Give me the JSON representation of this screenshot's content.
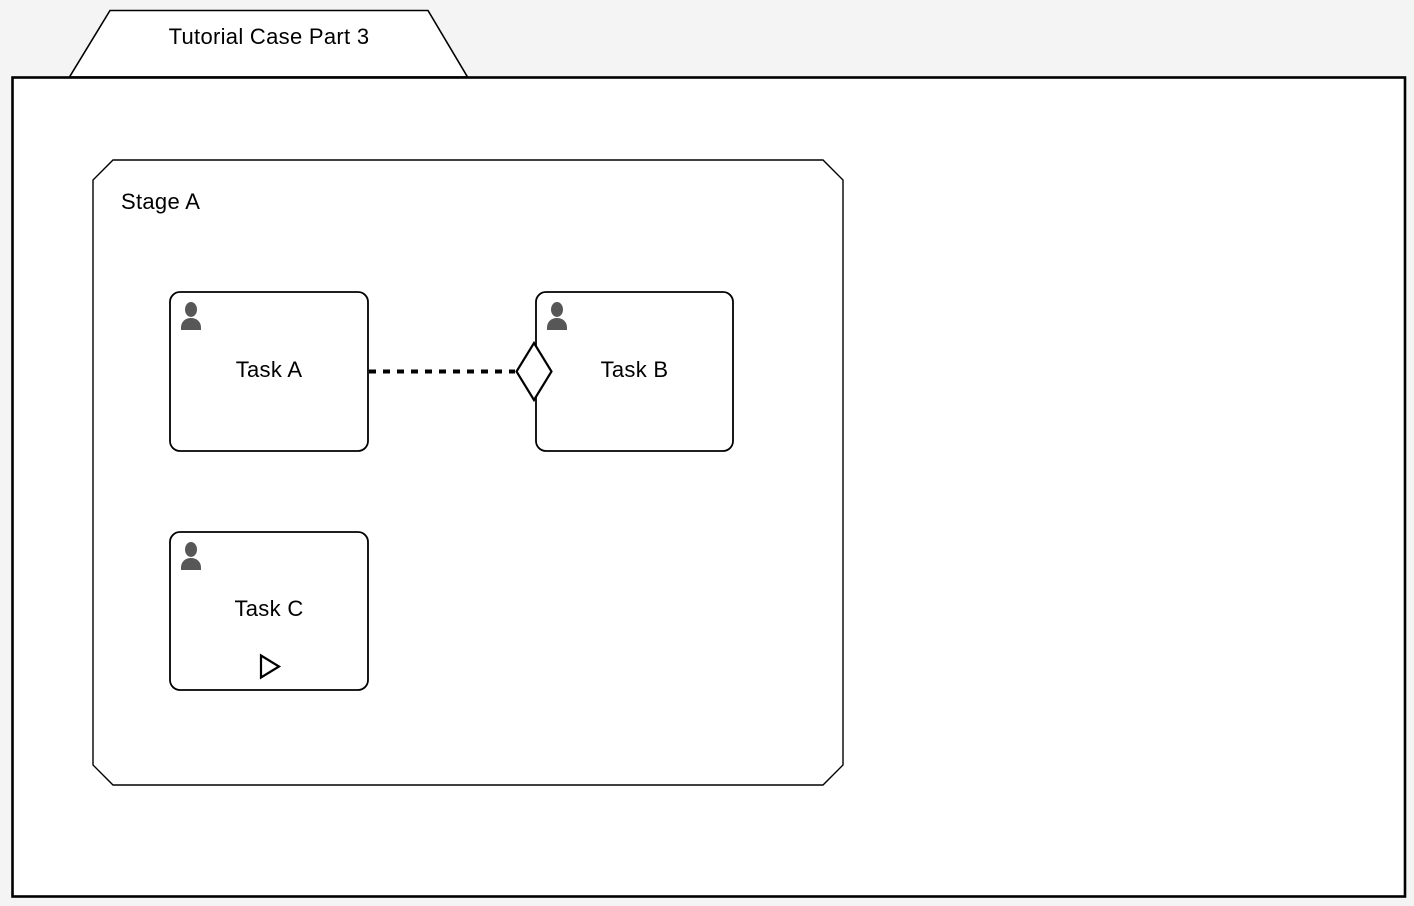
{
  "case": {
    "title": "Tutorial Case Part 3"
  },
  "stage": {
    "label": "Stage A"
  },
  "tasks": [
    {
      "label": "Task A",
      "type_icon": "person-icon"
    },
    {
      "label": "Task B",
      "type_icon": "person-icon",
      "entry_criterion_icon": "diamond-sentry-icon"
    },
    {
      "label": "Task C",
      "type_icon": "person-icon",
      "marker_icon": "play-triangle-icon"
    }
  ],
  "connections": [
    {
      "from": "Task A",
      "to": "Task B",
      "style": "dashed",
      "target": "entry-criterion-diamond"
    }
  ],
  "colors": {
    "background": "#f4f4f4",
    "shape_fill": "#ffffff",
    "stroke": "#000000",
    "person_icon_fill": "#575757"
  }
}
